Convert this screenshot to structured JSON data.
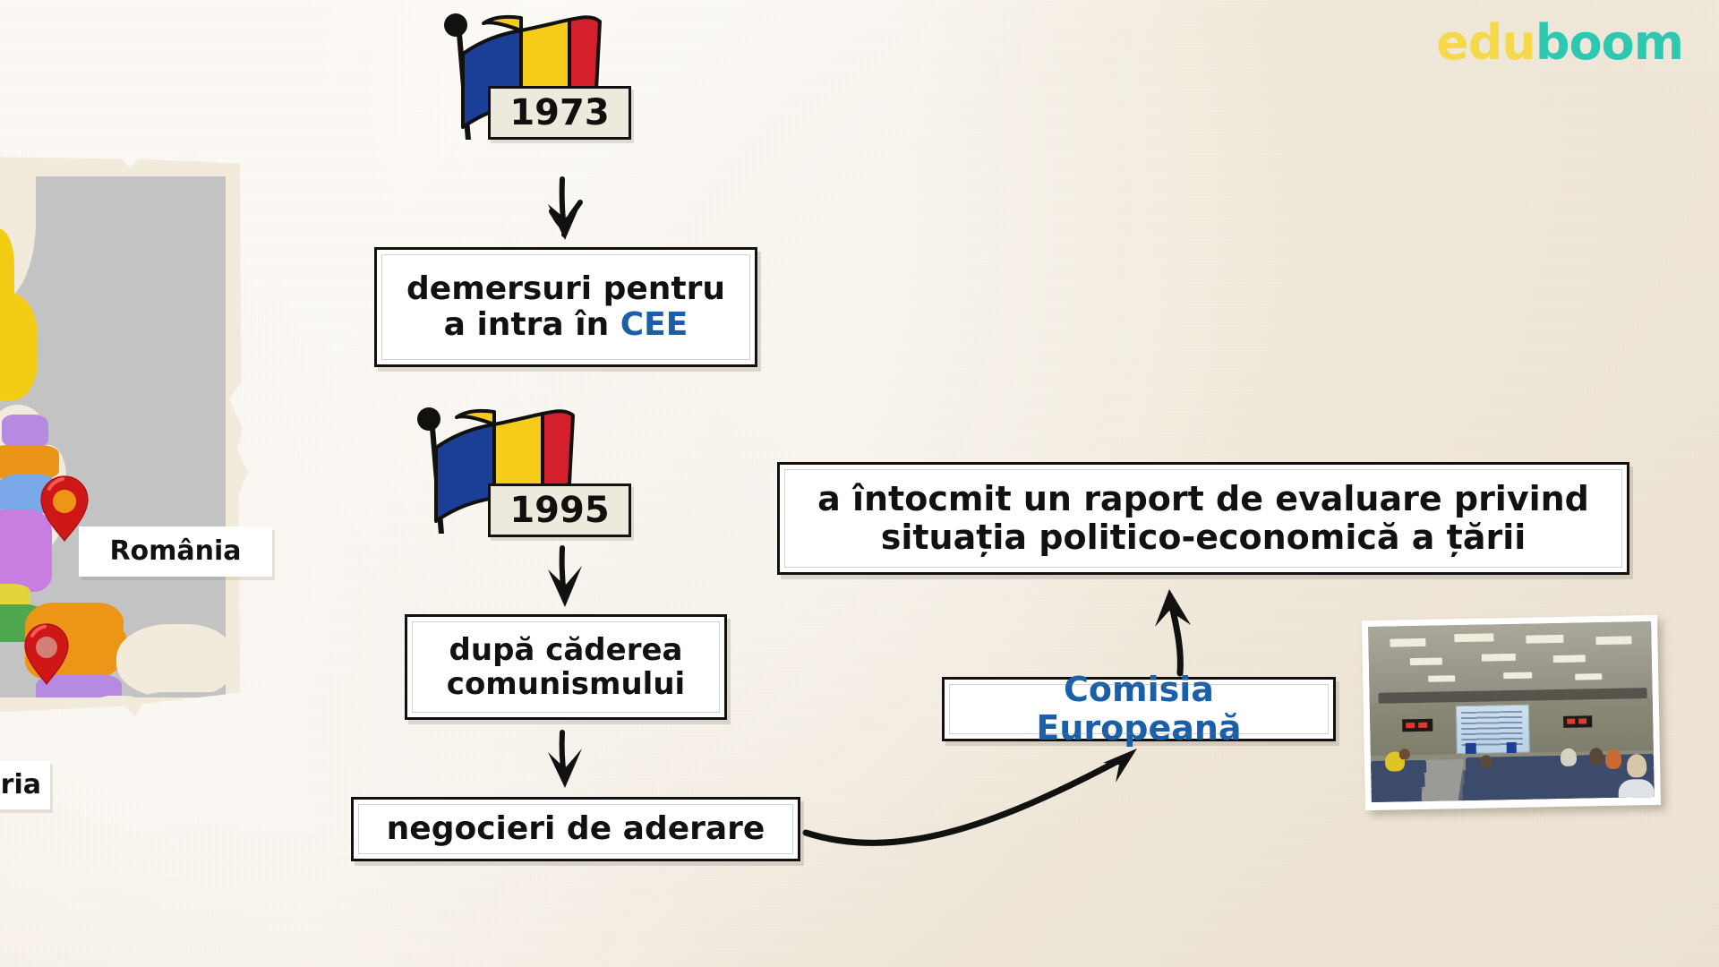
{
  "brand": {
    "name_part1": "edu",
    "name_part2": "boom",
    "color_part1": "#f5d94b",
    "color_part2": "#2ec8b0"
  },
  "colors": {
    "background": "#f7f1e6",
    "box_fill": "#ffffff",
    "box_border": "#13110f",
    "accent_blue": "#1b5fa8",
    "year_tag_fill": "#eee9dd",
    "pin_red": "#cf1717",
    "flag_blue": "#1b3f96",
    "flag_yellow": "#f5cc1a",
    "flag_red": "#d4202c"
  },
  "map": {
    "name": "europe-map",
    "label_romania": "România",
    "label_bulgaria_partial": "ria",
    "pins": [
      {
        "name": "pin-romania",
        "country": "România"
      },
      {
        "name": "pin-bulgaria",
        "country": "Bulgaria"
      }
    ],
    "country_colors": {
      "finland": "#f2cc12",
      "estonia": "#b68ae0",
      "latvia": "#ea9418",
      "lithuania": "#7aa8e8",
      "poland": "#c87de0",
      "czech_slovakia": "#e3d33c",
      "hungary": "#4fa84f",
      "romania": "#ec9517",
      "bulgaria": "#b68ae0",
      "greece": "#ea6a72",
      "sweden_norway": "#3f9e4d",
      "non_eu_land": "#c3c3c3",
      "sea": "#f2ebdb"
    }
  },
  "timeline": [
    {
      "name": "milestone-1973",
      "year": "1973",
      "flag": "romania-flag-icon",
      "box": {
        "name": "box-demersuri-cee",
        "line1": "demersuri pentru",
        "line2_prefix": "a intra în ",
        "line2_accent": "CEE"
      }
    },
    {
      "name": "milestone-1995",
      "year": "1995",
      "flag": "romania-flag-icon",
      "box": {
        "name": "box-dupa-caderea",
        "line1": "după căderea",
        "line2": "comunismului"
      }
    }
  ],
  "boxes": {
    "negocieri": {
      "name": "box-negocieri-aderare",
      "text": "negocieri de aderare"
    },
    "comisia": {
      "name": "box-comisia-europeana",
      "text": "Comisia Europeană",
      "accent": true
    },
    "raport": {
      "name": "box-raport-evaluare",
      "line1": "a întocmit un raport de evaluare privind",
      "line2": "situația politico-economică a țării"
    }
  },
  "photo": {
    "name": "conference-hall-photo",
    "alt": "European Commission conference hall with audience and projection screen"
  },
  "arrows": [
    {
      "name": "arrow-1973-to-demersuri",
      "direction": "down"
    },
    {
      "name": "arrow-1995-to-dupa-caderea",
      "direction": "down"
    },
    {
      "name": "arrow-dupa-caderea-to-negocieri",
      "direction": "down"
    },
    {
      "name": "arrow-negocieri-to-comisia",
      "direction": "curved-up-right"
    },
    {
      "name": "arrow-comisia-to-raport",
      "direction": "up"
    }
  ]
}
